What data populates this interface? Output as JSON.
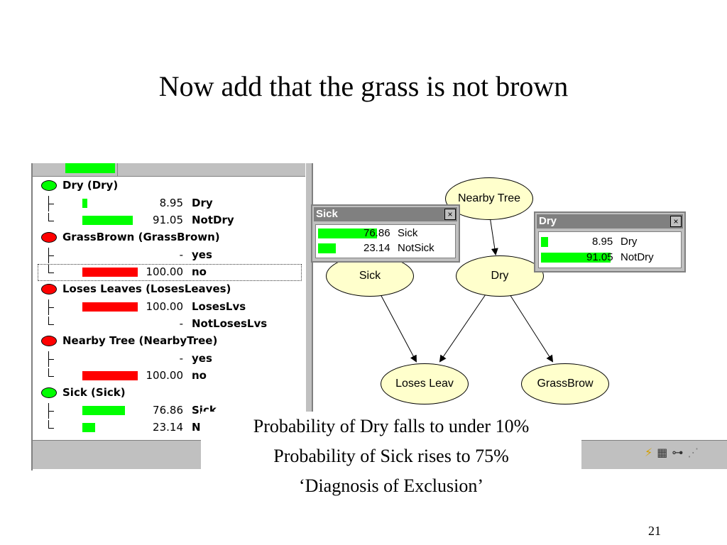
{
  "slide": {
    "title": "Now add that the grass is not brown",
    "caption": [
      "Probability of Dry falls to under 10%",
      "Probability of Sick rises to 75%",
      "‘Diagnosis of Exclusion’"
    ],
    "page_number": "21"
  },
  "colors": {
    "green": "#00ff00",
    "red": "#ff0000",
    "node_fill": "#ffffcc",
    "window_gray": "#c0c0c0"
  },
  "tree": {
    "nodes": [
      {
        "label": "Dry  (Dry)",
        "dot": "green",
        "states": [
          {
            "value": "8.95",
            "name": "Dry",
            "fraction": 0.0895,
            "color": "green"
          },
          {
            "value": "91.05",
            "name": "NotDry",
            "fraction": 0.9105,
            "color": "green"
          }
        ]
      },
      {
        "label": "GrassBrown  (GrassBrown)",
        "dot": "red",
        "states": [
          {
            "value": "-",
            "name": "yes",
            "fraction": 0,
            "color": "red"
          },
          {
            "value": "100.00",
            "name": "no",
            "fraction": 1.0,
            "color": "red"
          }
        ]
      },
      {
        "label": "Loses Leaves  (LosesLeaves)",
        "dot": "red",
        "states": [
          {
            "value": "100.00",
            "name": "LosesLvs",
            "fraction": 1.0,
            "color": "red"
          },
          {
            "value": "-",
            "name": "NotLosesLvs",
            "fraction": 0,
            "color": "red"
          }
        ]
      },
      {
        "label": "Nearby Tree  (NearbyTree)",
        "dot": "red",
        "states": [
          {
            "value": "-",
            "name": "yes",
            "fraction": 0,
            "color": "red"
          },
          {
            "value": "100.00",
            "name": "no",
            "fraction": 1.0,
            "color": "red"
          }
        ]
      },
      {
        "label": "Sick  (Sick)",
        "dot": "green",
        "states": [
          {
            "value": "76.86",
            "name": "Sick",
            "fraction": 0.7686,
            "color": "green"
          },
          {
            "value": "23.14",
            "name": "NotS",
            "fraction": 0.2314,
            "color": "green"
          }
        ]
      }
    ]
  },
  "graph": {
    "nodes": {
      "nearby_tree": "Nearby Tree",
      "sick": "Sick",
      "dry": "Dry",
      "loses_leaves": "Loses Leav",
      "grass_brown": "GrassBrow"
    },
    "monitors": {
      "sick": {
        "title": "Sick",
        "close": "×",
        "rows": [
          {
            "value": "76.86",
            "name": "Sick",
            "fraction": 0.7686
          },
          {
            "value": "23.14",
            "name": "NotSick",
            "fraction": 0.2314
          }
        ]
      },
      "dry": {
        "title": "Dry",
        "close": "×",
        "rows": [
          {
            "value": "8.95",
            "name": "Dry",
            "fraction": 0.0895
          },
          {
            "value": "91.05",
            "name": "NotDry",
            "fraction": 0.9105
          }
        ]
      }
    }
  },
  "statusbar": {
    "icons": [
      "lightning-icon",
      "grid-icon",
      "network-icon",
      "resize-grip-icon"
    ]
  }
}
